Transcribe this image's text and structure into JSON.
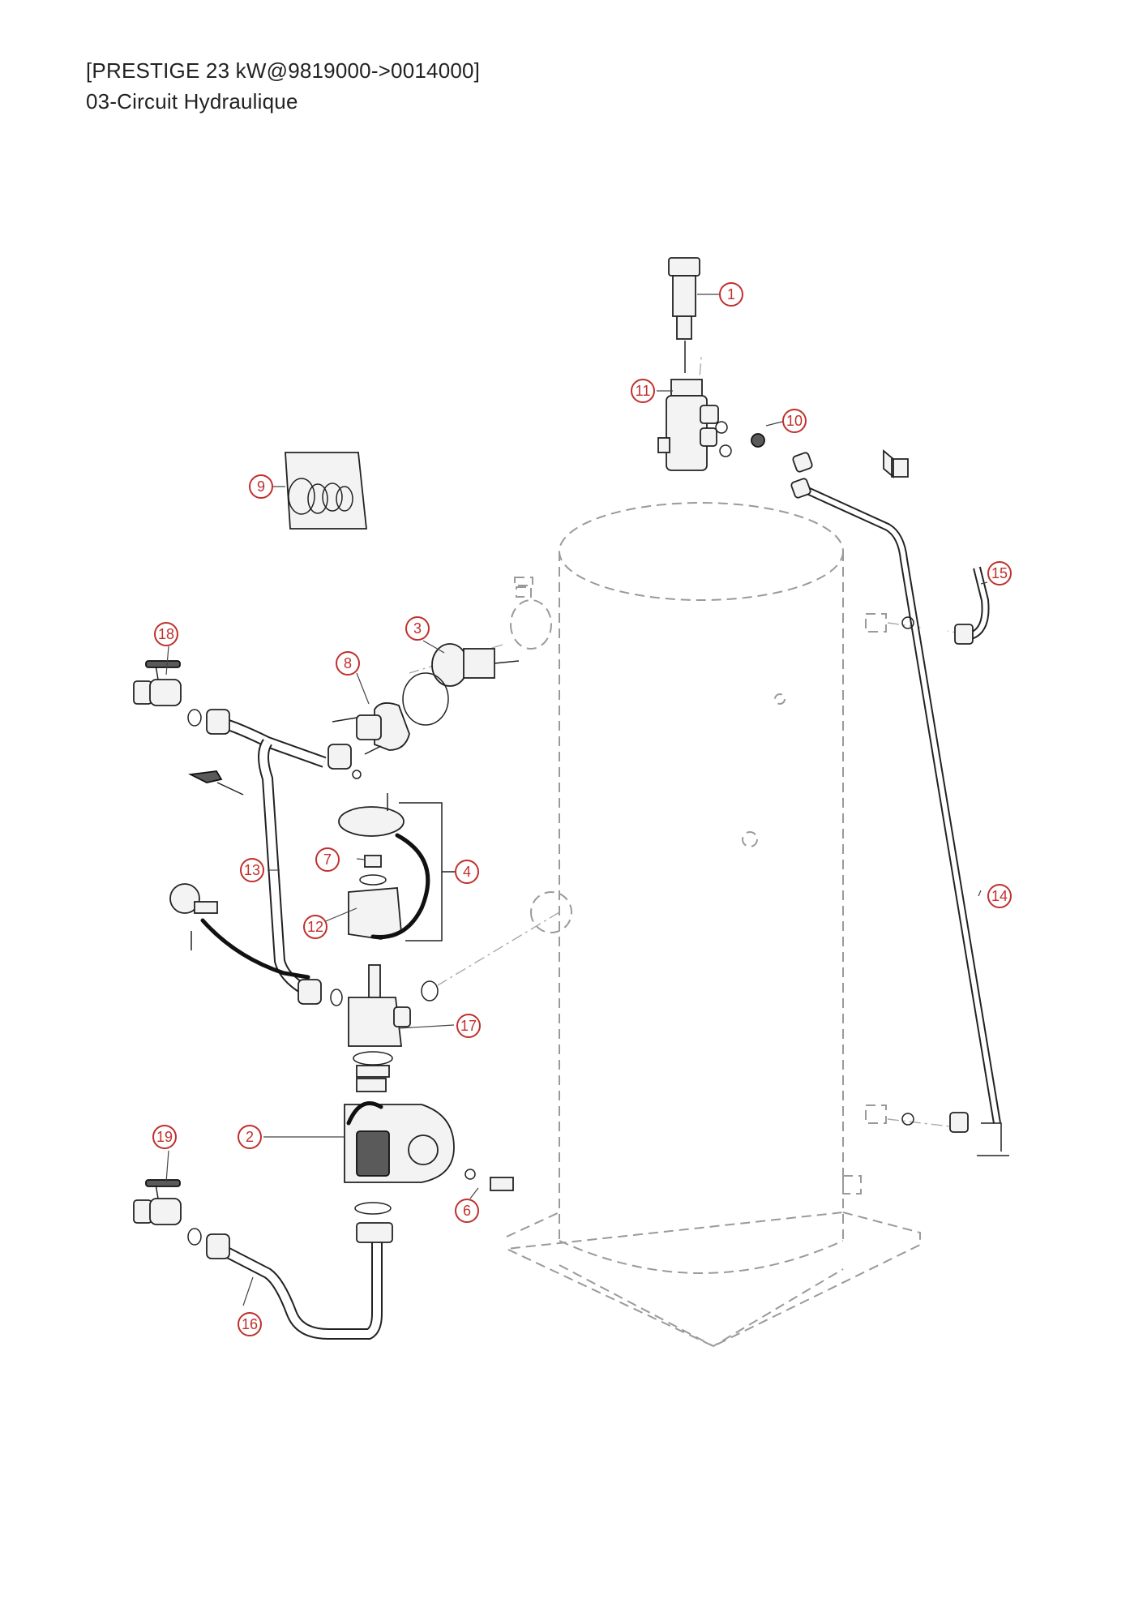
{
  "header": {
    "line1": "[PRESTIGE 23 kW@9819000->0014000]",
    "line2": "03-Circuit Hydraulique"
  },
  "colors": {
    "callout": "#c0302c",
    "tank_dashed": "#9a9a9a",
    "line": "#222222"
  },
  "callouts": [
    {
      "id": "c1",
      "label": "1"
    },
    {
      "id": "c2",
      "label": "2"
    },
    {
      "id": "c3",
      "label": "3"
    },
    {
      "id": "c4",
      "label": "4"
    },
    {
      "id": "c6",
      "label": "6"
    },
    {
      "id": "c7",
      "label": "7"
    },
    {
      "id": "c8",
      "label": "8"
    },
    {
      "id": "c9",
      "label": "9"
    },
    {
      "id": "c10",
      "label": "10"
    },
    {
      "id": "c11",
      "label": "11"
    },
    {
      "id": "c12",
      "label": "12"
    },
    {
      "id": "c13",
      "label": "13"
    },
    {
      "id": "c14",
      "label": "14"
    },
    {
      "id": "c15",
      "label": "15"
    },
    {
      "id": "c16",
      "label": "16"
    },
    {
      "id": "c17",
      "label": "17"
    },
    {
      "id": "c18",
      "label": "18"
    },
    {
      "id": "c19",
      "label": "19"
    }
  ]
}
